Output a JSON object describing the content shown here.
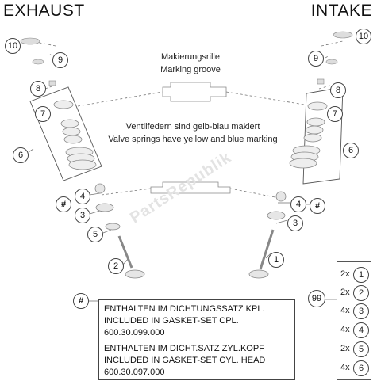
{
  "titles": {
    "exhaust": "EXHAUST",
    "intake": "INTAKE"
  },
  "notes": {
    "marking_de": "Makierungsrille",
    "marking_en": "Marking groove",
    "springs_de": "Ventilfedern sind gelb-blau makiert",
    "springs_en": "Valve springs have yellow and blue marking"
  },
  "watermark": "PartsRepublik",
  "callouts": {
    "exhaust": [
      "10",
      "9",
      "8",
      "7",
      "6",
      "4",
      "3",
      "5",
      "2",
      "#"
    ],
    "intake": [
      "10",
      "9",
      "8",
      "7",
      "6",
      "4",
      "3",
      "1",
      "#"
    ],
    "gasket": "#",
    "kit": "99"
  },
  "gasket_note": {
    "line1": "ENTHALTEN IM DICHTUNGSSATZ KPL.",
    "line2": "INCLUDED IN GASKET-SET CPL.",
    "line3": "600.30.099.000",
    "line4": "ENTHALTEN IM DICHT.SATZ ZYL.KOPF",
    "line5": "INCLUDED IN GASKET-SET CYL. HEAD",
    "line6": "600.30.097.000"
  },
  "kit_contents": [
    {
      "qty": "2x",
      "item": "1"
    },
    {
      "qty": "2x",
      "item": "2"
    },
    {
      "qty": "4x",
      "item": "3"
    },
    {
      "qty": "4x",
      "item": "4"
    },
    {
      "qty": "2x",
      "item": "5"
    },
    {
      "qty": "4x",
      "item": "6"
    }
  ]
}
